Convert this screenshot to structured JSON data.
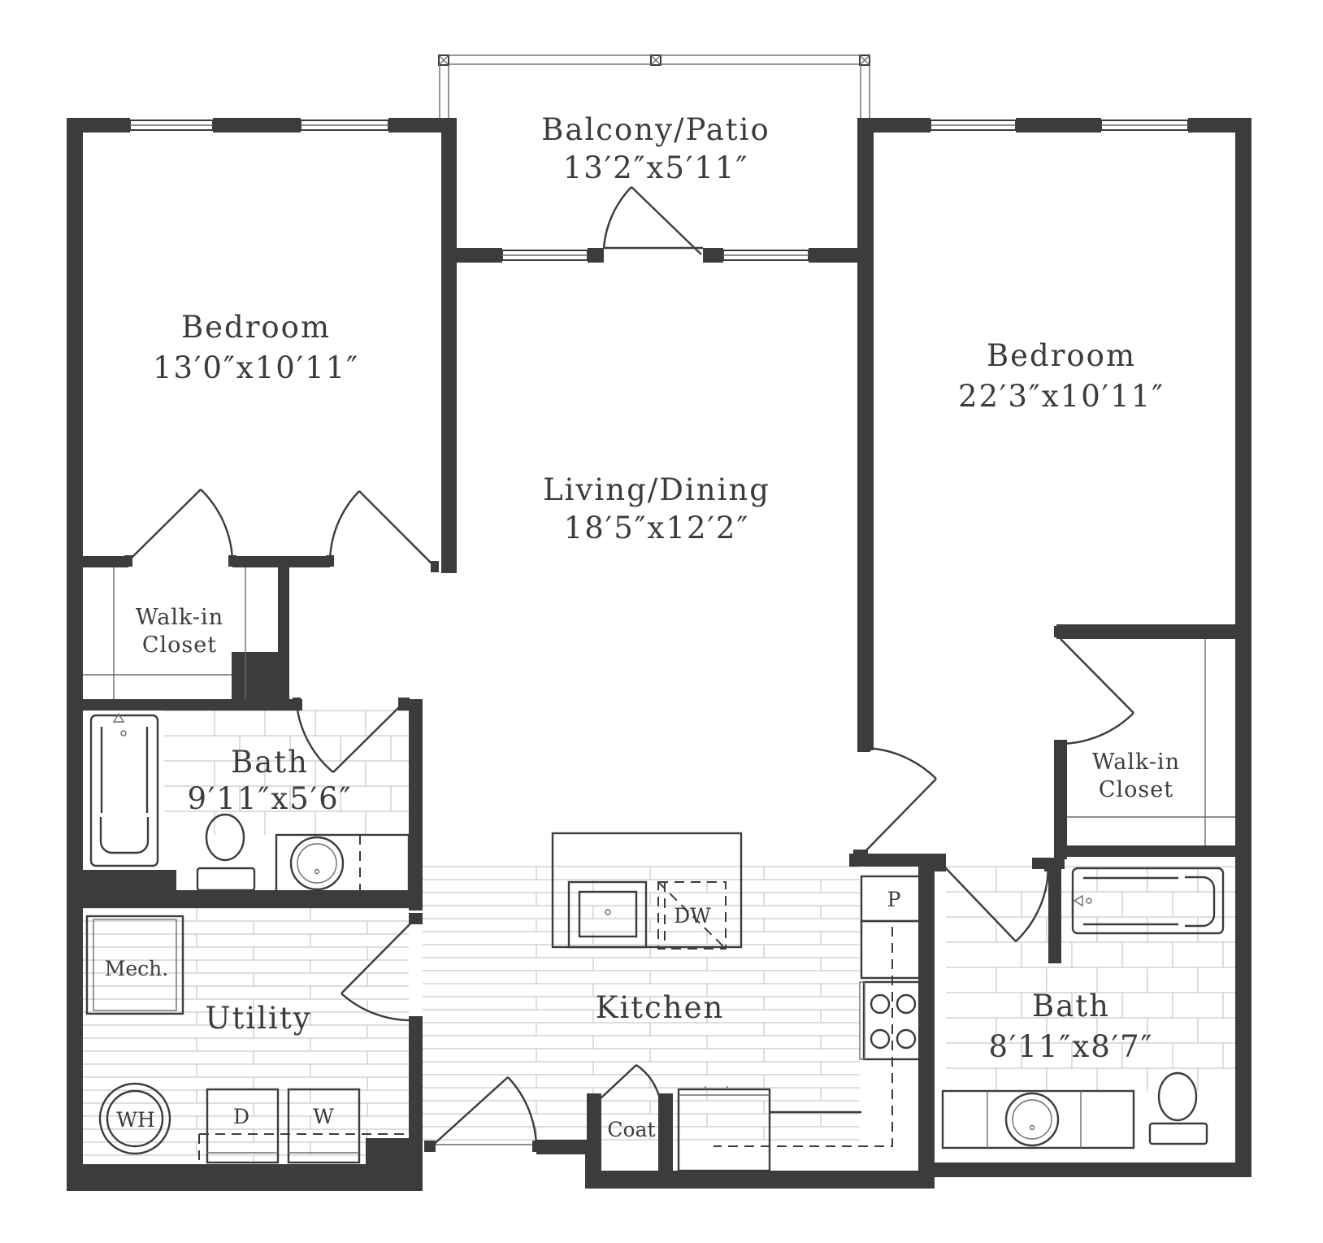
{
  "rooms": {
    "balcony": {
      "name": "Balcony/Patio",
      "size": "13′2″x5′11″"
    },
    "bedroom_left": {
      "name": "Bedroom",
      "size": "13′0″x10′11″"
    },
    "living": {
      "name": "Living/Dining",
      "size": "18′5″x12′2″"
    },
    "bedroom_right": {
      "name": "Bedroom",
      "size": "22′3″x10′11″"
    },
    "bath_left": {
      "name": "Bath",
      "size": "9′11″x5′6″"
    },
    "bath_right": {
      "name": "Bath",
      "size": "8′11″x8′7″"
    },
    "kitchen": {
      "name": "Kitchen"
    },
    "utility": {
      "name": "Utility"
    },
    "closet_left": {
      "line1": "Walk-in",
      "line2": "Closet"
    },
    "closet_right": {
      "line1": "Walk-in",
      "line2": "Closet"
    }
  },
  "fixtures": {
    "mech": "Mech.",
    "water_heater": "WH",
    "dryer": "D",
    "washer": "W",
    "coat": "Coat",
    "pantry": "P",
    "dishwasher": "DW"
  }
}
